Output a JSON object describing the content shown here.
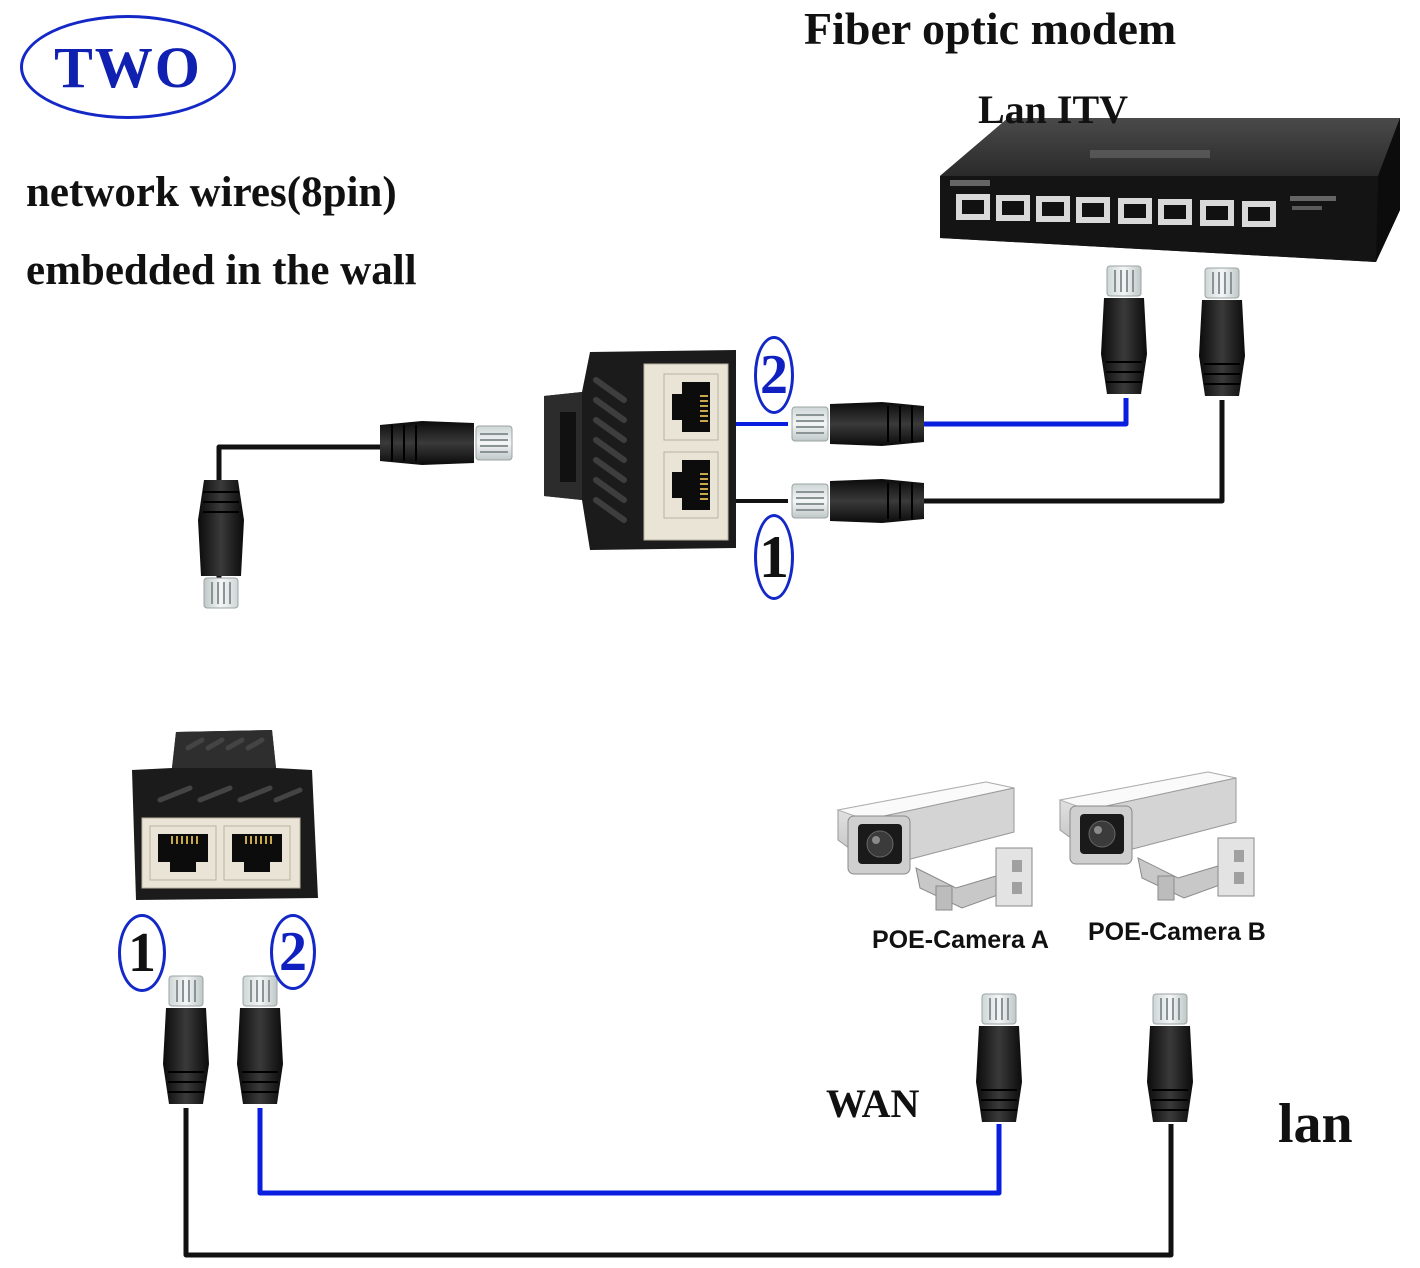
{
  "badge": {
    "text": "TWO"
  },
  "labels": {
    "wall_line1": "network wires(8pin)",
    "wall_line2": "embedded in the wall",
    "modem_title": "Fiber optic modem",
    "lan_itv": "Lan ITV",
    "camera_a": "POE-Camera A",
    "camera_b": "POE-Camera B",
    "wan": "WAN",
    "lan": "lan"
  },
  "port_numbers": {
    "upper_top": "2",
    "upper_bottom": "1",
    "lower_left": "1",
    "lower_right": "2"
  },
  "colors": {
    "blue_cable": "#0a1ee0",
    "black_cable": "#111111",
    "circle_outline": "#1428c8"
  }
}
